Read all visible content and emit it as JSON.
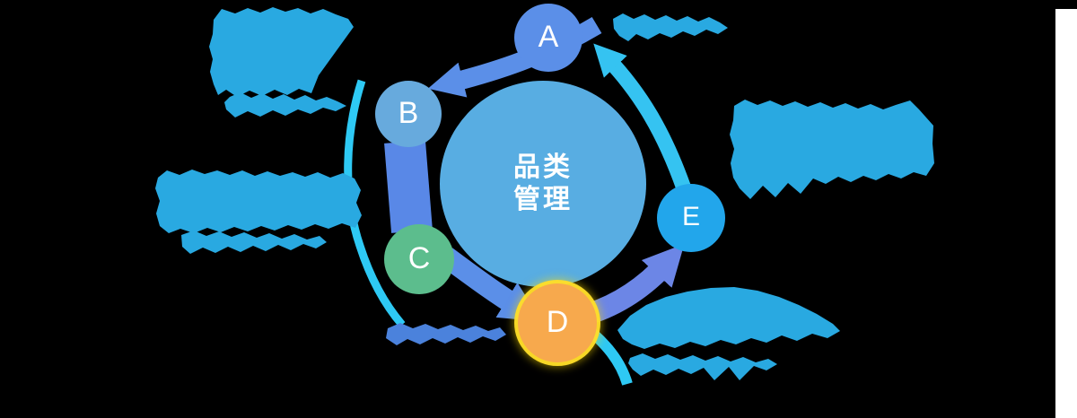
{
  "diagram": {
    "background_color": "#000000",
    "right_strip_color": "#FFFFFF",
    "center": {
      "label": "品类管理",
      "label_lines": [
        "品类",
        "管理"
      ],
      "color": "#58ADE2",
      "text_color": "#FFFFFF"
    },
    "nodes": [
      {
        "label": "A",
        "color": "#5B8FE8"
      },
      {
        "label": "B",
        "color": "#67AADD"
      },
      {
        "label": "C",
        "color": "#5CBD8D"
      },
      {
        "label": "D",
        "color": "#F7A94D",
        "ring_color": "#FFDE28"
      },
      {
        "label": "E",
        "color": "#22A6EB"
      }
    ],
    "node_text_color": "#FFFFFF",
    "arrows": {
      "a_to_b_color": "#5B8FE8",
      "b_to_c_color": "#5988E7",
      "c_to_d_color": "#5B8FE8",
      "d_to_e_color": "#6C86E6",
      "e_to_a_color": "#35C3F1",
      "swoosh_color": "#2EC9F4"
    },
    "text_block_color": "#29A9E1",
    "text_blocks": [
      {
        "id": "top-left",
        "legible": false
      },
      {
        "id": "mid-left",
        "legible": false
      },
      {
        "id": "top-right",
        "legible": false
      },
      {
        "id": "right",
        "legible": false
      },
      {
        "id": "bottom-center",
        "legible": false
      },
      {
        "id": "bottom-right",
        "legible": false
      }
    ]
  }
}
